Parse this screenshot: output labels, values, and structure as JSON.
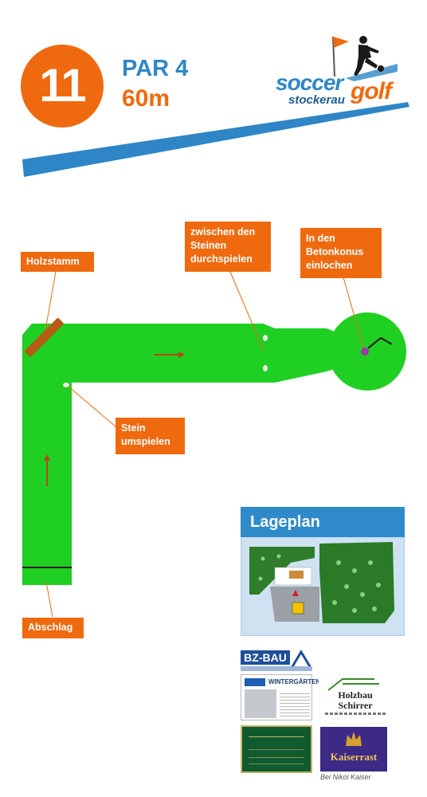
{
  "hole": {
    "number": "11",
    "par": "PAR 4",
    "distance": "60m"
  },
  "brand": {
    "line1": "soccer",
    "line2": "golf",
    "line3": "stockerau"
  },
  "labels": {
    "holzstamm": "Holzstamm",
    "steine": [
      "zwischen den",
      "Steinen",
      "durchspielen"
    ],
    "betonkonus": [
      "In den",
      "Betonkonus",
      "einlochen"
    ],
    "stein": [
      "Stein",
      "umspielen"
    ],
    "abschlag": "Abschlag"
  },
  "lageplan": {
    "title": "Lageplan"
  },
  "sponsors": {
    "bzbau": "BZ-BAU",
    "wintergarten": "WINTERGÄRTEN",
    "holzbau": [
      "Holzbau",
      "Schirrer"
    ],
    "kaiserrast": "Kaiserrast",
    "kaiserrast_sub": "Bei Nikol Kaiser"
  },
  "colors": {
    "orange": "#ef6a0e",
    "blue": "#2e86c6",
    "green": "#1fcf22",
    "dark_green": "#109a14"
  }
}
